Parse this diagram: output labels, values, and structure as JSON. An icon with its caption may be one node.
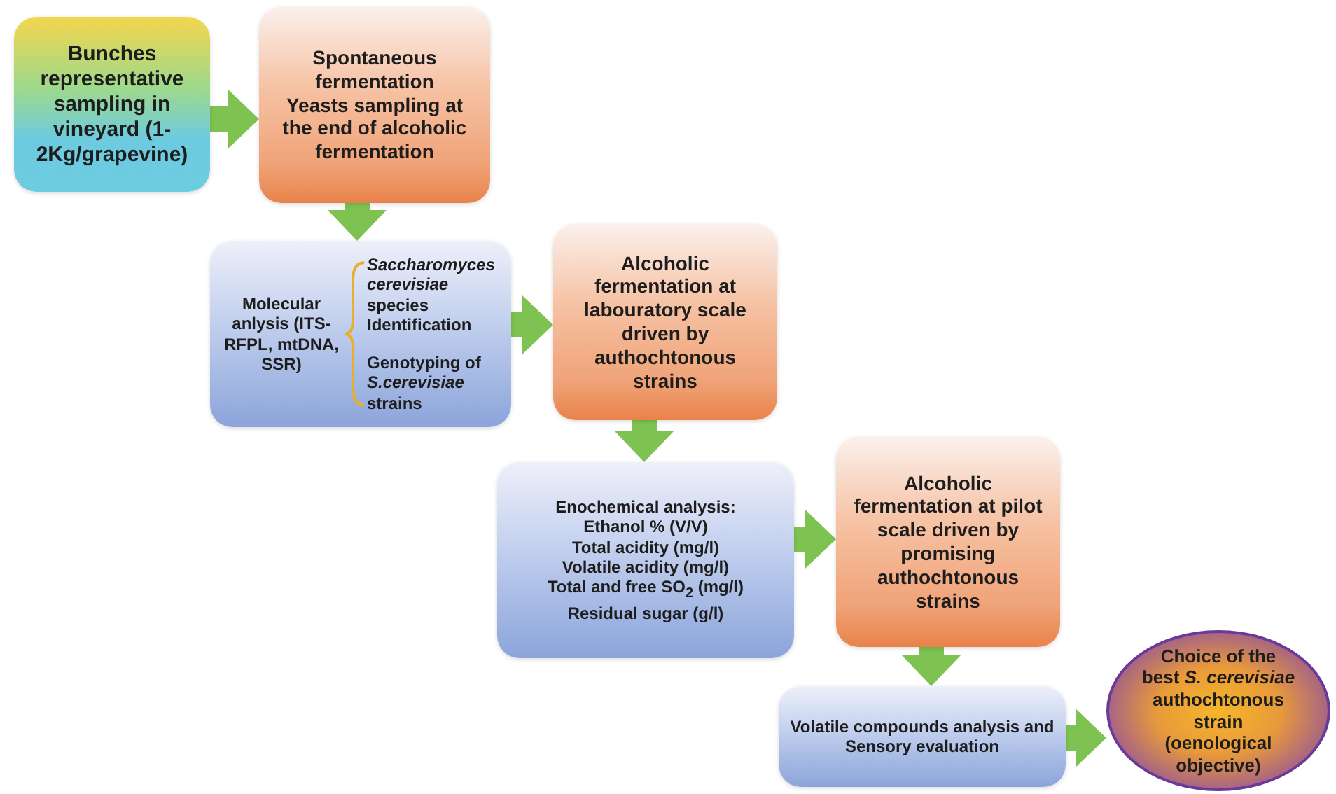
{
  "diagram": {
    "nodes": [
      {
        "text": [
          "Bunches representative sampling in vineyard (1-2Kg/grapevine)"
        ]
      },
      {
        "text": [
          "Spontaneous fermentation",
          "Yeasts sampling at the end of alcoholic fermentation"
        ]
      },
      {
        "text": [
          "Molecular anlysis (ITS-RFPL, mtDNA, SSR)",
          "*Saccharomyces cerevisiae* species Identification",
          "Genotyping of *S.cerevisiae* strains"
        ]
      },
      {
        "text": [
          "Alcoholic fermentation at labouratory scale driven by authochtonous strains"
        ]
      },
      {
        "text": [
          "Enochemical analysis:",
          "Ethanol % (V/V)",
          "Total acidity (mg/l)",
          "Volatile acidity (mg/l)",
          "Total and free SO$_{2}$ (mg/l)",
          "Residual sugar (g/l)"
        ]
      },
      {
        "text": [
          "Alcoholic fermentation at pilot scale driven by promising authochtonous strains"
        ]
      },
      {
        "text": [
          "Volatile compounds analysis and Sensory evaluation"
        ]
      },
      {
        "text": [
          "Choice of the best *S. cerevisiae* authochtonous strain (oenological objective)"
        ]
      }
    ],
    "edges": [
      {
        "from": 0,
        "to": 1,
        "arrow": "to"
      },
      {
        "from": 1,
        "to": 2,
        "arrow": "to"
      },
      {
        "from": 2,
        "to": 3,
        "arrow": "to"
      },
      {
        "from": 3,
        "to": 4,
        "arrow": "to"
      },
      {
        "from": 4,
        "to": 5,
        "arrow": "to"
      },
      {
        "from": 5,
        "to": 6,
        "arrow": "to"
      },
      {
        "from": 6,
        "to": 7,
        "arrow": "to"
      }
    ]
  }
}
